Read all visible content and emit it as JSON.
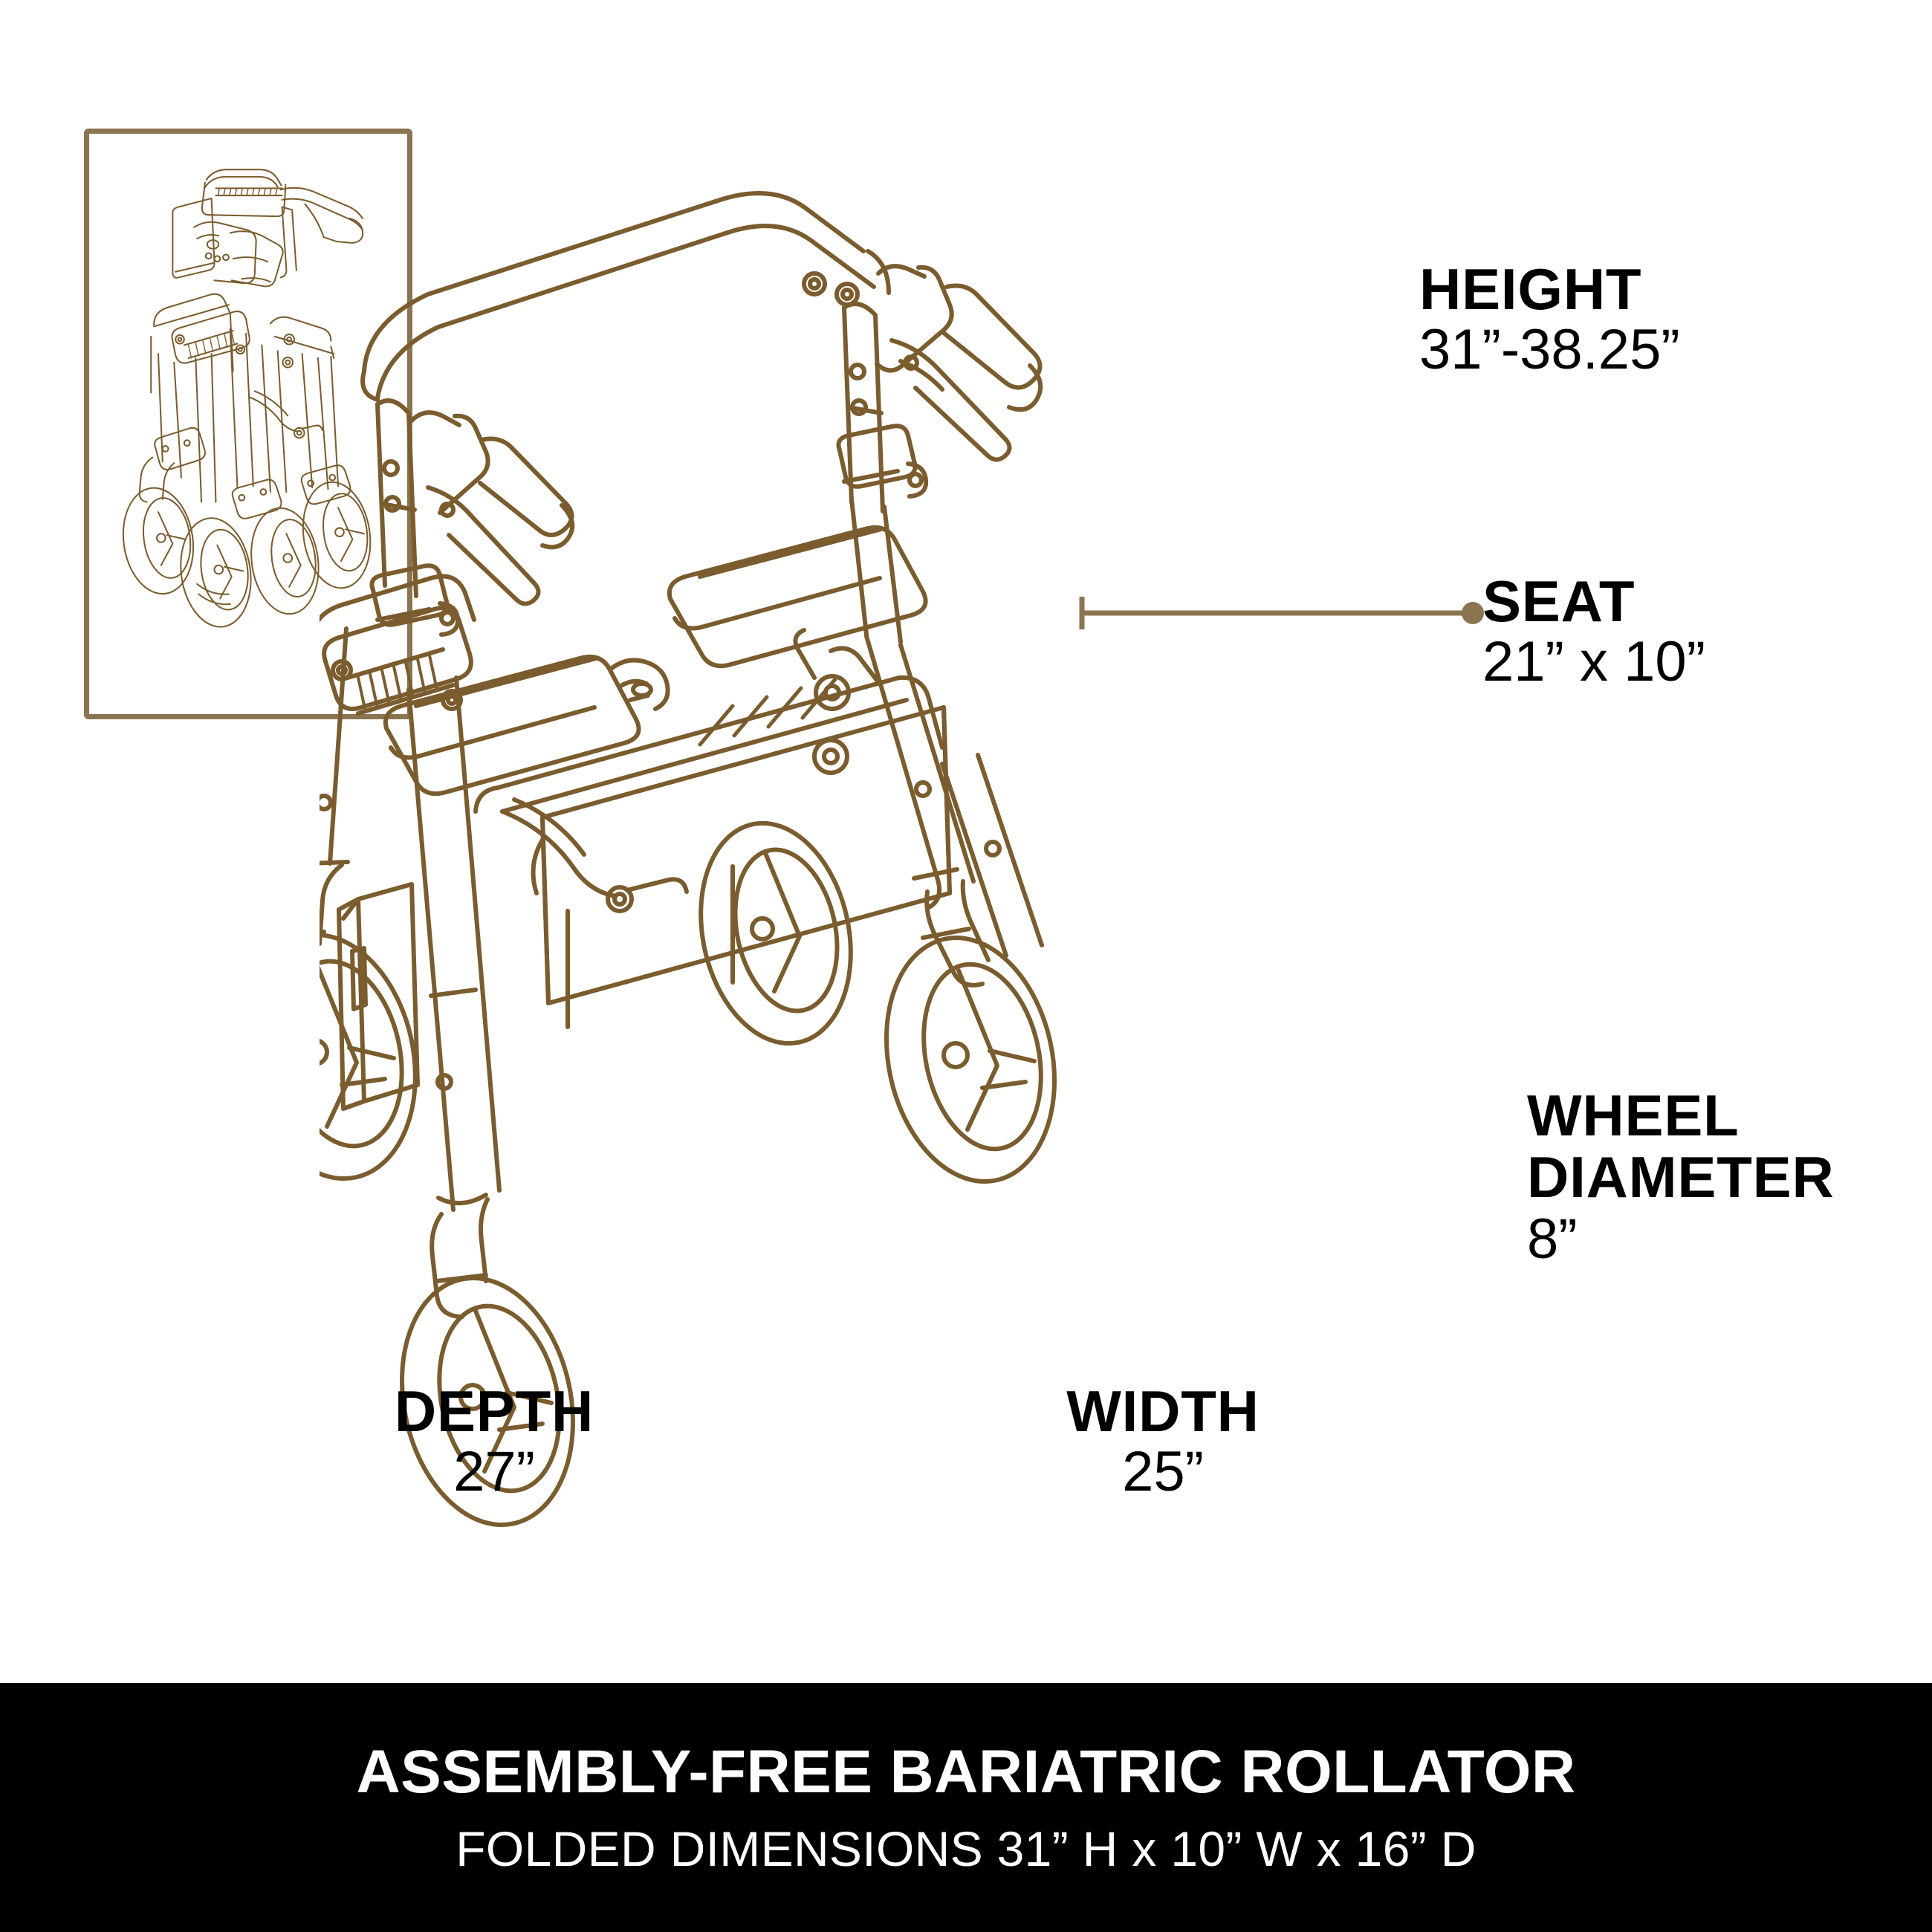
{
  "product": {
    "inset_caption": "",
    "line_color": "#7a5c2e",
    "inset_border_color": "#8a7550",
    "banner_bg": "#000000",
    "banner_text_color": "#ffffff"
  },
  "callouts": [
    {
      "id": "height",
      "label": "HEIGHT",
      "value": "31”-38.25”"
    },
    {
      "id": "seat",
      "label": "SEAT",
      "value": "21” x 10”"
    },
    {
      "id": "wheel",
      "label_line1": "WHEEL",
      "label_line2": "DIAMETER",
      "value": "8”"
    },
    {
      "id": "depth",
      "label": "DEPTH",
      "value": "27”"
    },
    {
      "id": "width",
      "label": "WIDTH",
      "value": "25”"
    }
  ],
  "banner": {
    "title": "ASSEMBLY-FREE BARIATRIC ROLLATOR",
    "subtitle": "FOLDED DIMENSIONS 31” H x 10” W x 16” D"
  }
}
